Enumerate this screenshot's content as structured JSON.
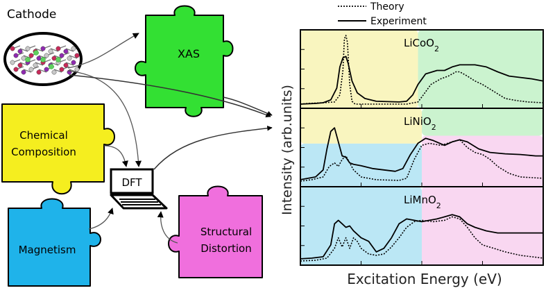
{
  "left_panel": {
    "cathode_label": "Cathode",
    "xas_label": "XAS",
    "chemical_label_line1": "Chemical",
    "chemical_label_line2": "Composition",
    "magnetism_label": "Magnetism",
    "structural_label_line1": "Structural",
    "structural_label_line2": "Distortion",
    "dft_label": "DFT",
    "colors": {
      "xas": "#33e033",
      "chemical": "#f5ee1f",
      "magnetism": "#1fb3ea",
      "structural": "#f06fdd"
    }
  },
  "legend": {
    "theory_label": "Theory",
    "experiment_label": "Experiment"
  },
  "chart_data": {
    "type": "line",
    "xlabel": "Excitation Energy (eV)",
    "ylabel": "Intensity (arb.units)",
    "panels": [
      {
        "compound_base": "LiCoO",
        "compound_sub": "2",
        "region_colors": [
          "yellow",
          "green"
        ],
        "series": [
          {
            "name": "Theory",
            "values": [
              [
                0,
                0.02
              ],
              [
                0.1,
                0.03
              ],
              [
                0.3,
                0.04
              ],
              [
                0.45,
                0.05
              ],
              [
                0.52,
                0.15
              ],
              [
                0.56,
                0.5
              ],
              [
                0.58,
                0.95
              ],
              [
                0.6,
                1.0
              ],
              [
                0.62,
                0.9
              ],
              [
                0.65,
                0.3
              ],
              [
                0.68,
                0.06
              ],
              [
                0.72,
                0.02
              ],
              [
                1.4,
                0.02
              ],
              [
                1.55,
                0.05
              ],
              [
                1.62,
                0.15
              ],
              [
                1.72,
                0.3
              ],
              [
                1.85,
                0.38
              ],
              [
                1.95,
                0.42
              ],
              [
                2.05,
                0.48
              ],
              [
                2.1,
                0.48
              ],
              [
                2.2,
                0.42
              ],
              [
                2.3,
                0.35
              ],
              [
                2.4,
                0.3
              ],
              [
                2.55,
                0.2
              ],
              [
                2.7,
                0.1
              ],
              [
                2.85,
                0.07
              ],
              [
                3.0,
                0.05
              ],
              [
                3.2,
                0.04
              ]
            ]
          },
          {
            "name": "Experiment",
            "values": [
              [
                0,
                0.02
              ],
              [
                0.2,
                0.03
              ],
              [
                0.3,
                0.04
              ],
              [
                0.4,
                0.08
              ],
              [
                0.48,
                0.25
              ],
              [
                0.52,
                0.55
              ],
              [
                0.56,
                0.68
              ],
              [
                0.6,
                0.7
              ],
              [
                0.63,
                0.6
              ],
              [
                0.68,
                0.35
              ],
              [
                0.75,
                0.18
              ],
              [
                0.85,
                0.1
              ],
              [
                1.0,
                0.06
              ],
              [
                1.3,
                0.05
              ],
              [
                1.4,
                0.06
              ],
              [
                1.48,
                0.15
              ],
              [
                1.55,
                0.3
              ],
              [
                1.65,
                0.45
              ],
              [
                1.8,
                0.5
              ],
              [
                1.9,
                0.5
              ],
              [
                2.0,
                0.55
              ],
              [
                2.1,
                0.58
              ],
              [
                2.3,
                0.58
              ],
              [
                2.45,
                0.55
              ],
              [
                2.6,
                0.48
              ],
              [
                2.75,
                0.42
              ],
              [
                2.9,
                0.4
              ],
              [
                3.05,
                0.38
              ],
              [
                3.2,
                0.35
              ]
            ]
          }
        ]
      },
      {
        "compound_base": "LiNiO",
        "compound_sub": "2",
        "region_colors": [
          "yellow",
          "blue",
          "pink",
          "green"
        ],
        "series": [
          {
            "name": "Theory",
            "values": [
              [
                0,
                0.04
              ],
              [
                0.15,
                0.06
              ],
              [
                0.3,
                0.1
              ],
              [
                0.38,
                0.25
              ],
              [
                0.45,
                0.3
              ],
              [
                0.5,
                0.25
              ],
              [
                0.55,
                0.35
              ],
              [
                0.6,
                0.4
              ],
              [
                0.7,
                0.2
              ],
              [
                0.8,
                0.1
              ],
              [
                1.0,
                0.06
              ],
              [
                1.3,
                0.05
              ],
              [
                1.4,
                0.08
              ],
              [
                1.5,
                0.35
              ],
              [
                1.6,
                0.55
              ],
              [
                1.7,
                0.58
              ],
              [
                1.85,
                0.55
              ],
              [
                2.0,
                0.6
              ],
              [
                2.1,
                0.63
              ],
              [
                2.2,
                0.52
              ],
              [
                2.3,
                0.45
              ],
              [
                2.4,
                0.42
              ],
              [
                2.5,
                0.35
              ],
              [
                2.6,
                0.25
              ],
              [
                2.75,
                0.15
              ],
              [
                2.9,
                0.1
              ],
              [
                3.2,
                0.08
              ]
            ]
          },
          {
            "name": "Experiment",
            "values": [
              [
                0,
                0.06
              ],
              [
                0.1,
                0.08
              ],
              [
                0.2,
                0.1
              ],
              [
                0.3,
                0.2
              ],
              [
                0.35,
                0.5
              ],
              [
                0.4,
                0.75
              ],
              [
                0.45,
                0.8
              ],
              [
                0.5,
                0.6
              ],
              [
                0.55,
                0.4
              ],
              [
                0.6,
                0.38
              ],
              [
                0.65,
                0.3
              ],
              [
                0.7,
                0.28
              ],
              [
                0.8,
                0.26
              ],
              [
                0.95,
                0.22
              ],
              [
                1.1,
                0.2
              ],
              [
                1.25,
                0.18
              ],
              [
                1.35,
                0.22
              ],
              [
                1.45,
                0.42
              ],
              [
                1.55,
                0.58
              ],
              [
                1.65,
                0.65
              ],
              [
                1.75,
                0.62
              ],
              [
                1.9,
                0.55
              ],
              [
                2.0,
                0.6
              ],
              [
                2.1,
                0.63
              ],
              [
                2.2,
                0.6
              ],
              [
                2.35,
                0.5
              ],
              [
                2.5,
                0.45
              ],
              [
                2.7,
                0.43
              ],
              [
                2.9,
                0.42
              ],
              [
                3.1,
                0.4
              ],
              [
                3.2,
                0.4
              ]
            ]
          }
        ]
      },
      {
        "compound_base": "LiMnO",
        "compound_sub": "2",
        "region_colors": [
          "blue",
          "pink"
        ],
        "series": [
          {
            "name": "Theory",
            "values": [
              [
                0,
                0.02
              ],
              [
                0.2,
                0.03
              ],
              [
                0.35,
                0.06
              ],
              [
                0.45,
                0.2
              ],
              [
                0.5,
                0.35
              ],
              [
                0.55,
                0.22
              ],
              [
                0.6,
                0.35
              ],
              [
                0.65,
                0.2
              ],
              [
                0.7,
                0.35
              ],
              [
                0.75,
                0.3
              ],
              [
                0.8,
                0.2
              ],
              [
                0.9,
                0.12
              ],
              [
                1.0,
                0.1
              ],
              [
                1.1,
                0.12
              ],
              [
                1.2,
                0.22
              ],
              [
                1.3,
                0.35
              ],
              [
                1.4,
                0.5
              ],
              [
                1.5,
                0.58
              ],
              [
                1.6,
                0.6
              ],
              [
                1.75,
                0.58
              ],
              [
                1.9,
                0.6
              ],
              [
                2.0,
                0.65
              ],
              [
                2.1,
                0.62
              ],
              [
                2.2,
                0.5
              ],
              [
                2.3,
                0.35
              ],
              [
                2.4,
                0.25
              ],
              [
                2.55,
                0.2
              ],
              [
                2.7,
                0.15
              ],
              [
                2.9,
                0.1
              ],
              [
                3.2,
                0.06
              ]
            ]
          },
          {
            "name": "Experiment",
            "values": [
              [
                0,
                0.05
              ],
              [
                0.15,
                0.06
              ],
              [
                0.3,
                0.08
              ],
              [
                0.4,
                0.25
              ],
              [
                0.45,
                0.55
              ],
              [
                0.5,
                0.6
              ],
              [
                0.55,
                0.55
              ],
              [
                0.6,
                0.5
              ],
              [
                0.65,
                0.52
              ],
              [
                0.7,
                0.45
              ],
              [
                0.8,
                0.35
              ],
              [
                0.9,
                0.3
              ],
              [
                1.0,
                0.15
              ],
              [
                1.1,
                0.2
              ],
              [
                1.2,
                0.35
              ],
              [
                1.3,
                0.55
              ],
              [
                1.4,
                0.62
              ],
              [
                1.5,
                0.6
              ],
              [
                1.6,
                0.58
              ],
              [
                1.7,
                0.6
              ],
              [
                1.8,
                0.62
              ],
              [
                1.9,
                0.65
              ],
              [
                2.0,
                0.68
              ],
              [
                2.1,
                0.65
              ],
              [
                2.2,
                0.55
              ],
              [
                2.3,
                0.5
              ],
              [
                2.45,
                0.45
              ],
              [
                2.6,
                0.42
              ],
              [
                2.8,
                0.42
              ],
              [
                3.0,
                0.42
              ],
              [
                3.2,
                0.42
              ]
            ]
          }
        ]
      }
    ]
  }
}
